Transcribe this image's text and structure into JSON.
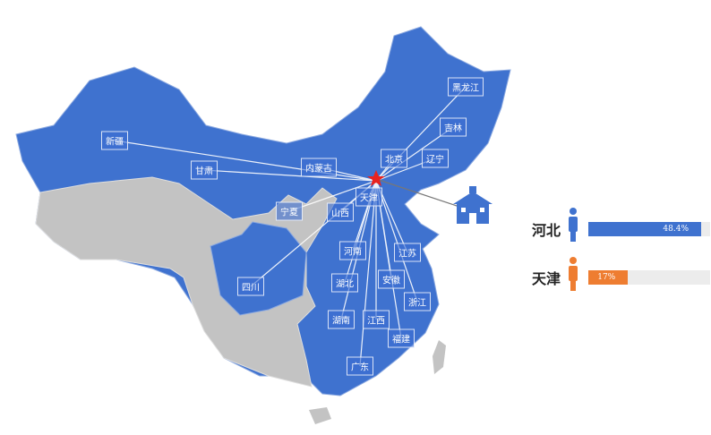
{
  "center": "北京",
  "provinces": [
    "新疆",
    "甘肃",
    "内蒙古",
    "宁夏",
    "山西",
    "天津",
    "北京",
    "辽宁",
    "吉林",
    "黑龙江",
    "河南",
    "江苏",
    "安徽",
    "湖北",
    "浙江",
    "湖南",
    "江西",
    "福建",
    "广东",
    "四川"
  ],
  "colors": {
    "covered": "#3f72cf",
    "uncovered": "#c3c3c3",
    "hebei": "#3f72cf",
    "tianjin": "#ee7d31"
  },
  "stats": [
    {
      "name": "河北",
      "value": "48.4%",
      "percent": 48.4,
      "icon": "person-icon"
    },
    {
      "name": "天津",
      "value": "17%",
      "percent": 17,
      "icon": "person-icon"
    }
  ],
  "icons": [
    "star-icon",
    "school-building-icon"
  ]
}
